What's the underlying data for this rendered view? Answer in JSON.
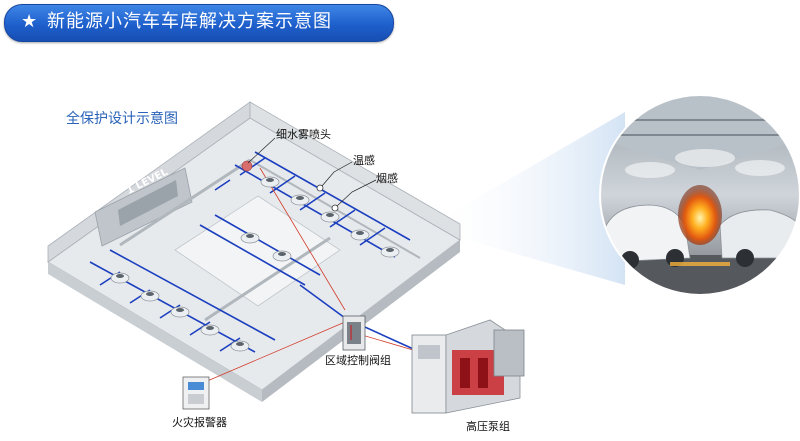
{
  "banner": {
    "star": "★",
    "title": "新能源小汽车车库解决方案示意图"
  },
  "subtitle": "全保护设计示意图",
  "labels": {
    "mist_nozzle": "细水雾喷头",
    "temp_sensor": "温感",
    "smoke_sensor": "烟感",
    "zone_valve": "区域控制阀组",
    "fire_alarm": "火灾报警器",
    "hp_pump": "高压泵组",
    "level_sign": "1 LEVEL"
  },
  "colors": {
    "banner": "#1e5fcc",
    "pipe": "#1b3fbf",
    "signal": "#d23a2a",
    "pump_red": "#c8242a",
    "callout_beam": "#dfeaf6"
  },
  "icons": [
    "star-icon",
    "mist-nozzle-icon",
    "temperature-sensor-icon",
    "smoke-sensor-icon",
    "car-icon",
    "valve-cabinet-icon",
    "alarm-panel-icon",
    "pump-unit-icon"
  ]
}
